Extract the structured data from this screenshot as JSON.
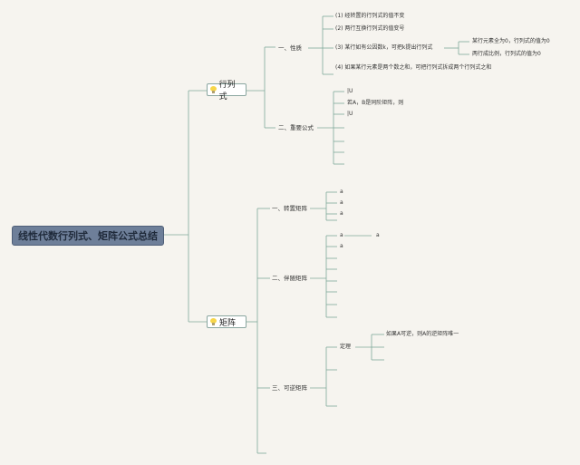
{
  "root": {
    "title": "线性代数行列式、矩阵公式总结"
  },
  "main": [
    {
      "label": "行列式",
      "icon": "lightbulb-icon",
      "children": [
        {
          "label": "一、性质",
          "children": [
            "(1) 经转置的行列式的值不变",
            "(2) 两行互换行列式的值变号",
            "(3) 某行如有公因数k，可把k提出行列式",
            "(4) 如果某行元素是两个数之和，可把行列式拆成两个行列式之和"
          ],
          "sub": [
            "某行元素全为0，行列式的值为0",
            "两行成比例，行列式的值为0"
          ]
        },
        {
          "label": "二、重要公式",
          "children": [
            "|U",
            "若A，B是同阶矩阵，则",
            "|U"
          ]
        }
      ]
    },
    {
      "label": "矩阵",
      "icon": "lightbulb-icon",
      "children": [
        {
          "label": "一、转置矩阵",
          "children": [
            "a",
            "a",
            "a"
          ]
        },
        {
          "label": "二、伴随矩阵",
          "children": [
            "a",
            "a"
          ],
          "sub": [
            "a"
          ]
        },
        {
          "label": "三、可逆矩阵",
          "children": [
            "定理"
          ],
          "sub": [
            "如果A可逆，则A的逆矩阵唯一"
          ]
        }
      ]
    }
  ],
  "colors": {
    "line": "#7fa89a",
    "root_bg": "#6e7f99",
    "bg": "#f6f4ef"
  }
}
